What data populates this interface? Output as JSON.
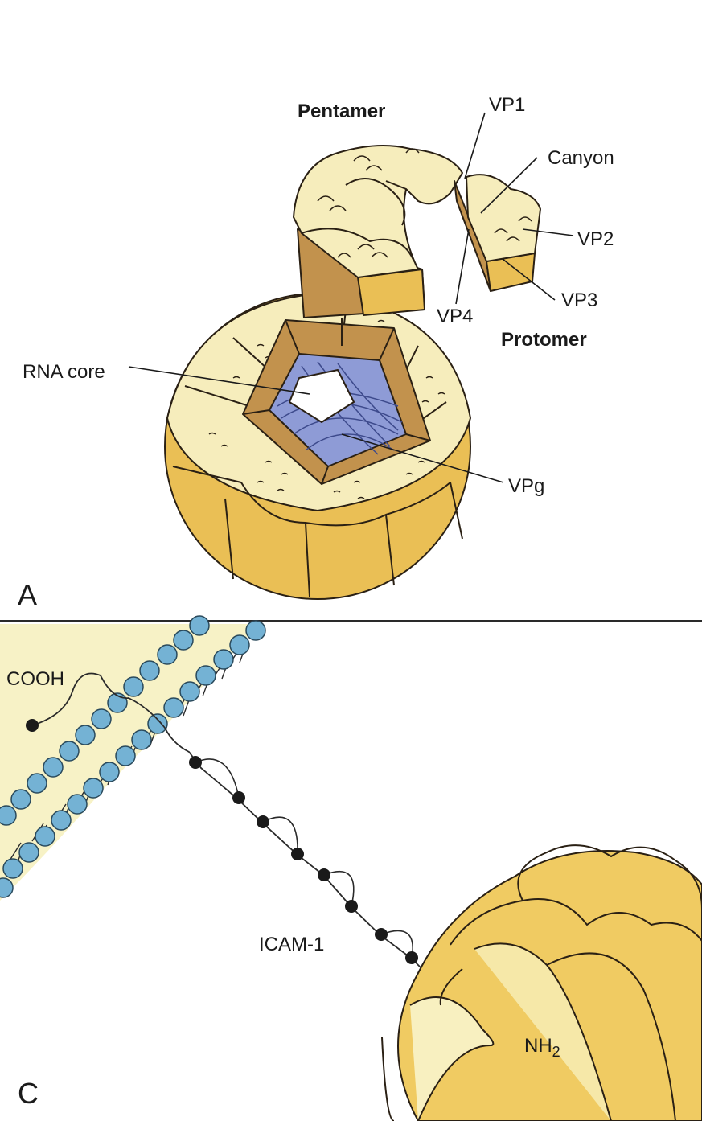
{
  "panel_a": {
    "letter": "A",
    "labels": {
      "pentamer": "Pentamer",
      "protomer": "Protomer",
      "vp1": "VP1",
      "vp2": "VP2",
      "vp3": "VP3",
      "vp4": "VP4",
      "canyon": "Canyon",
      "rna_core": "RNA core",
      "vpg": "VPg"
    }
  },
  "panel_c": {
    "letter": "C",
    "labels": {
      "cooh": "COOH",
      "icam": "ICAM-1",
      "nh2_main": "NH",
      "nh2_sub": "2"
    }
  },
  "colors": {
    "cream": "#f6edbc",
    "gold": "#eabf55",
    "brown": "#c2924d",
    "rna_blue": "#8e9bd6",
    "lipid_blue": "#74b2d4",
    "cell_yellow": "#f7f2c6",
    "virus_yellow": "#f0cb62"
  }
}
